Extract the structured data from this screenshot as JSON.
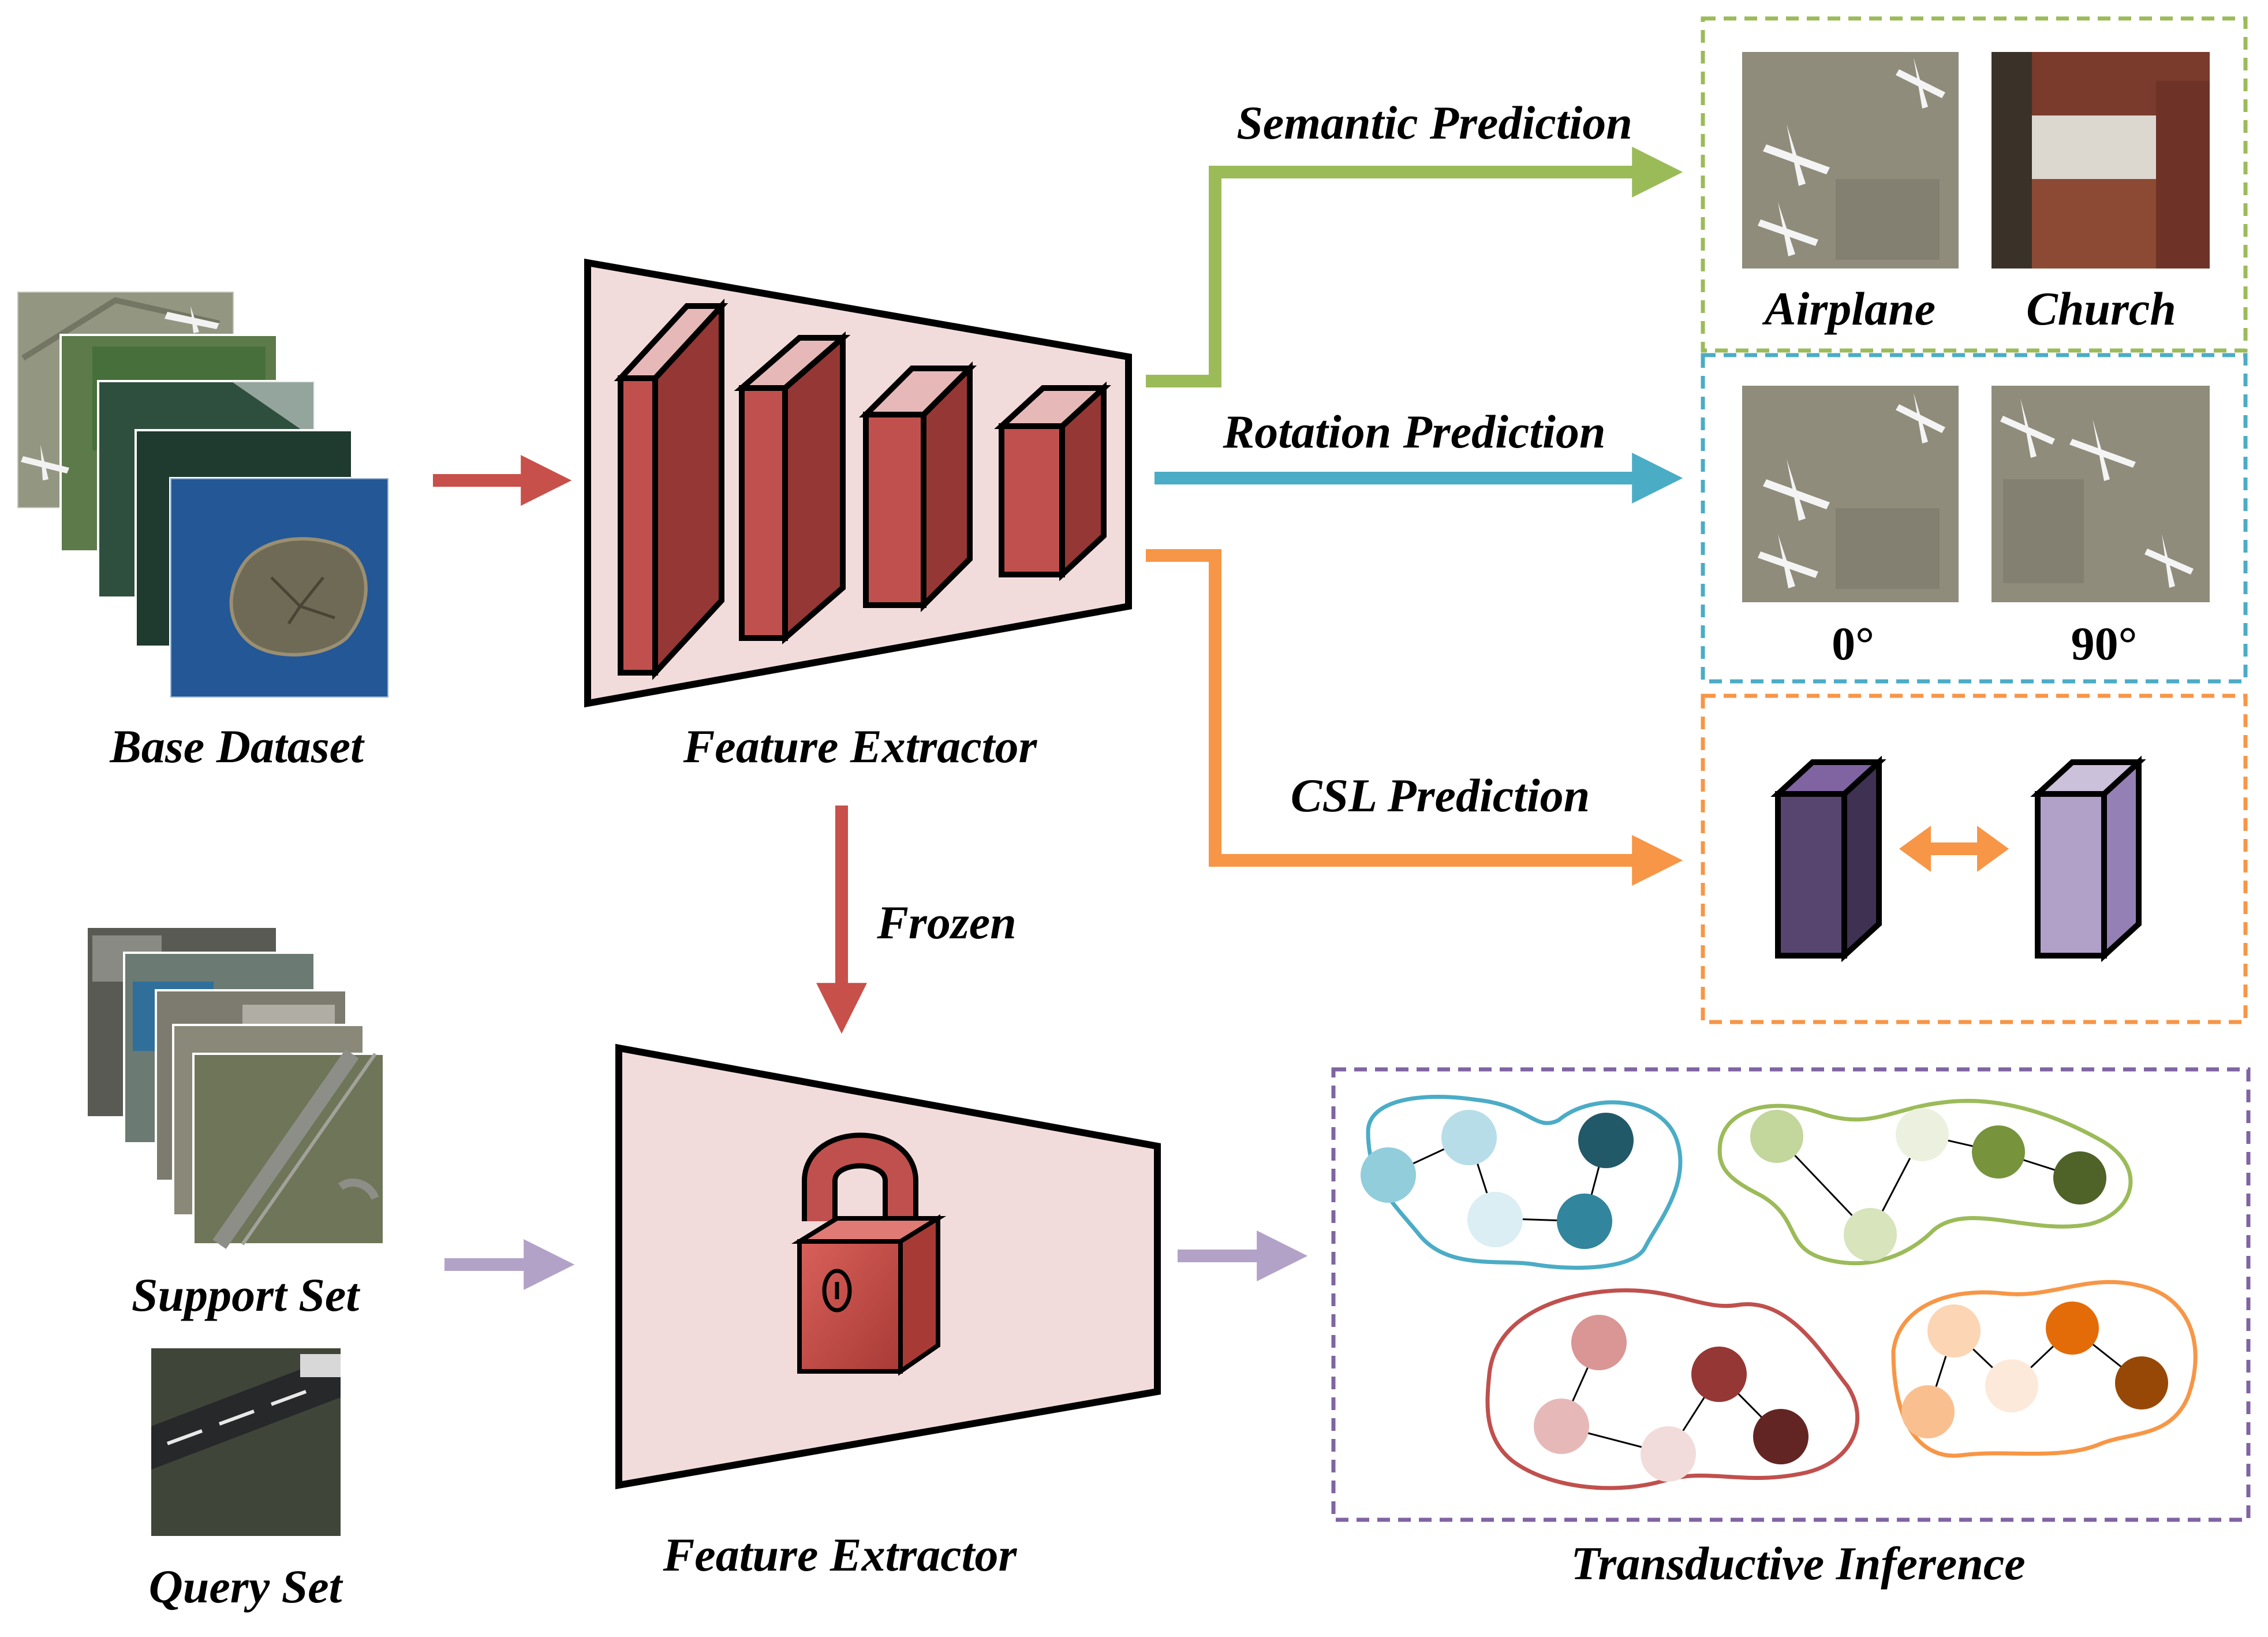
{
  "labels": {
    "base_dataset": "Base Dataset",
    "support_set": "Support Set",
    "query_set": "Query Set",
    "feature_extractor_top": "Feature Extractor",
    "feature_extractor_bottom": "Feature Extractor",
    "frozen": "Frozen",
    "semantic_prediction": "Semantic Prediction",
    "rotation_prediction": "Rotation Prediction",
    "csl_prediction": "CSL Prediction",
    "transductive_inference": "Transductive Inference",
    "airplane": "Airplane",
    "church": "Church",
    "rot_0": "0°",
    "rot_90": "90°"
  },
  "colors": {
    "red_arrow": "#c8504a",
    "green_branch": "#9bbb59",
    "blue_branch": "#4bacc6",
    "orange_branch": "#f79646",
    "purple_arrow": "#b3a2c7",
    "extractor_fill": "#f2dcdb",
    "block_front": "#c0504d",
    "block_side": "#953734",
    "block_top": "#e6b9b8",
    "csl_dark": "#3f3151",
    "csl_light": "#b1a0c7",
    "dash_green": "#9bbb59",
    "dash_blue": "#4bacc6",
    "dash_orange": "#f79646",
    "dash_purple": "#8064a2"
  },
  "icons": [
    "lock-icon",
    "double-arrow-icon",
    "cluster-graph-icon"
  ]
}
